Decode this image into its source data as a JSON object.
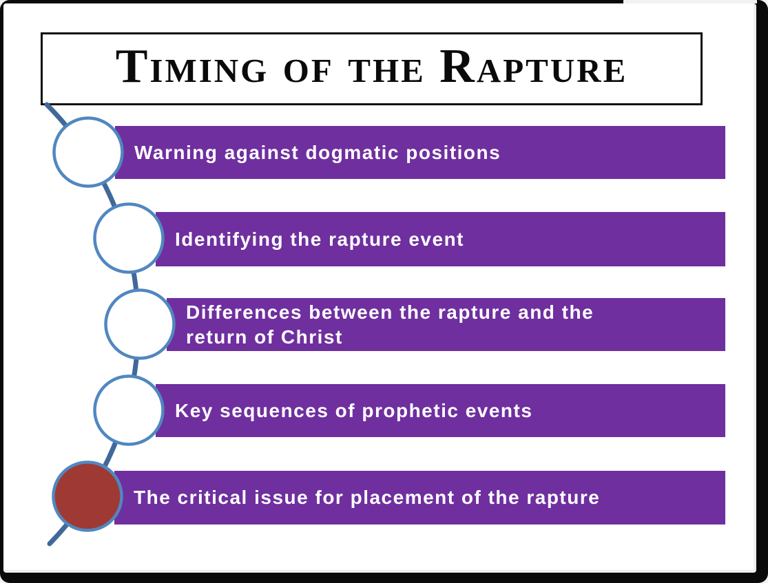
{
  "slide": {
    "title": "Timing of the Rapture",
    "items": [
      {
        "label": "Warning against dogmatic positions",
        "marker": "circle-outline"
      },
      {
        "label": "Identifying the rapture event",
        "marker": "circle-outline"
      },
      {
        "label": "Differences between the rapture and the\nreturn of Christ",
        "marker": "circle-outline"
      },
      {
        "label": "Key sequences of prophetic events",
        "marker": "circle-outline"
      },
      {
        "label": "The critical issue for placement of the rapture",
        "marker": "circle-filled-red"
      }
    ],
    "colors": {
      "bar_fill": "#6F2F9F",
      "bar_text": "#FFFFFF",
      "circle_stroke": "#5187C0",
      "circle_fill": "#FFFFFF",
      "accent_circle_fill": "#9E3A33",
      "connector_line": "#40699A",
      "title_text": "#0A0A0A",
      "frame_border": "#0A0A0A"
    }
  }
}
